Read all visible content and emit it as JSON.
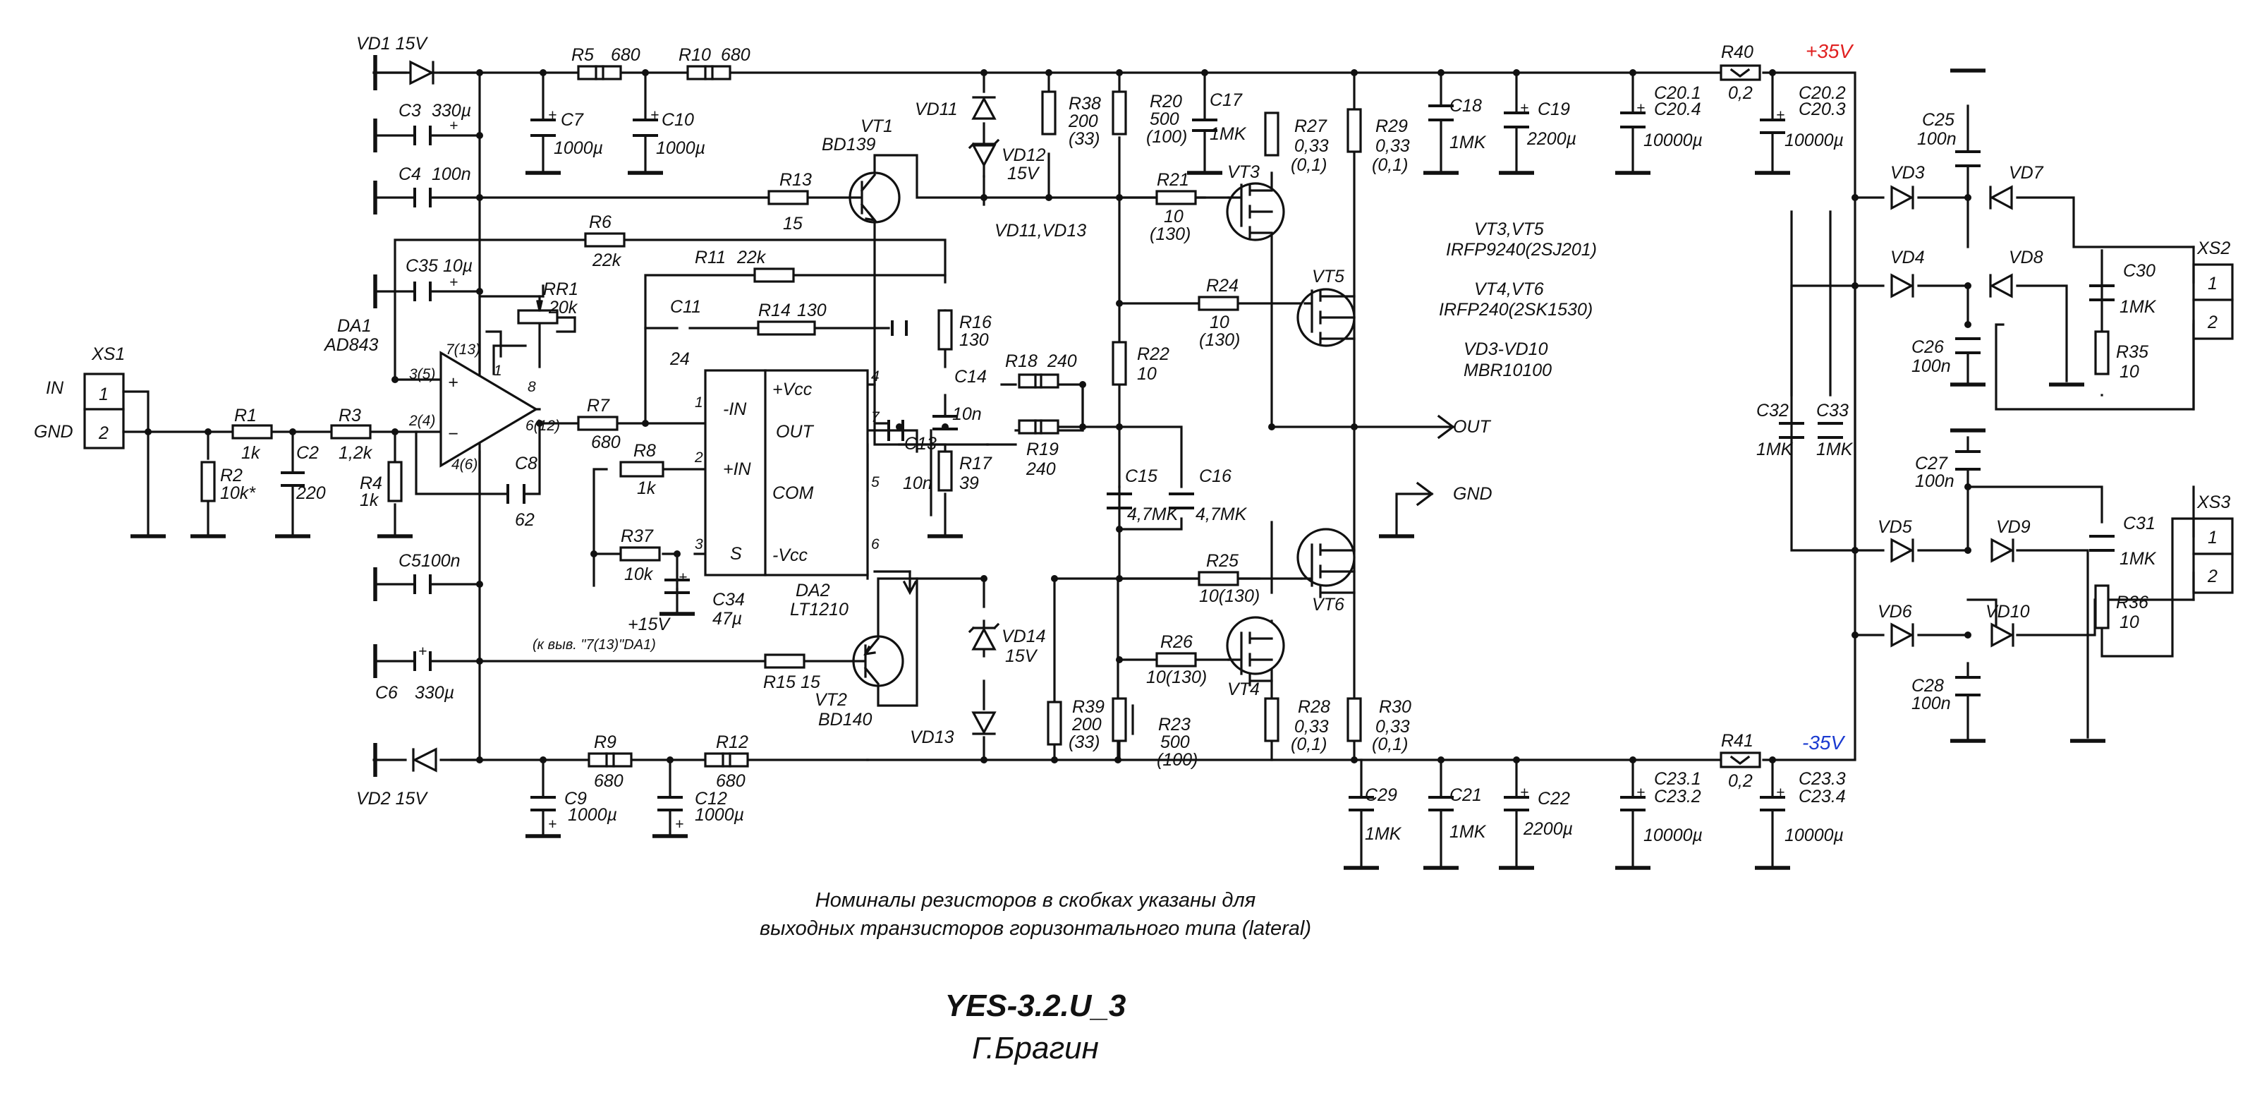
{
  "title": "YES-3.2.U_3",
  "author": "Г.Брагин",
  "note": [
    "Номиналы резисторов в скобках указаны для",
    "выходных транзисторов горизонтального типа (lateral)"
  ],
  "rails": {
    "pos": "+35V",
    "neg": "-35V",
    "pos_color": "#e02020",
    "neg_color": "#1a3ad0"
  },
  "connectors": {
    "xs1": {
      "name": "XS1",
      "pin1": "1",
      "pin2": "2",
      "in_label": "IN",
      "gnd_label": "GND"
    },
    "xs2": {
      "name": "XS2",
      "pin1": "1",
      "pin2": "2"
    },
    "xs3": {
      "name": "XS3",
      "pin1": "1",
      "pin2": "2"
    }
  },
  "terminals": {
    "out": "OUT",
    "gnd": "GND"
  },
  "opamp": {
    "name": "DA1",
    "type": "AD843",
    "pin_plus": "3(5)",
    "pin_minus": "2(4)",
    "pin_7": "7(13)",
    "pin_4": "4(6)",
    "pin_1": "1",
    "pin_8": "8",
    "pin_out": "6(12)",
    "plus": "+",
    "minus": "−"
  },
  "buffer": {
    "name": "DA2",
    "type": "LT1210",
    "pin_ninv": "-IN",
    "pin_inv": "+IN",
    "pin_s": "S",
    "pin_vcc": "+Vcc",
    "pin_out": "OUT",
    "pin_com": "COM",
    "pin_vee": "-Vcc",
    "n1": "1",
    "n2": "2",
    "n3": "3",
    "n4": "4",
    "n5": "5",
    "n6": "6",
    "n7": "7"
  },
  "transistors": {
    "vt1": {
      "name": "VT1",
      "type": "BD139"
    },
    "vt2": {
      "name": "VT2",
      "type": "BD140"
    },
    "vt3": "VT3",
    "vt4": "VT4",
    "vt5": "VT5",
    "vt6": "VT6",
    "legend": [
      "VT3,VT5",
      "IRFP9240(2SJ201)",
      "VT4,VT6",
      "IRFP240(2SK1530)",
      "VD3-VD10",
      "MBR10100"
    ]
  },
  "diodes": {
    "vd1": "VD1 15V",
    "vd2": "VD2 15V",
    "vd11": "VD11",
    "vd12": "VD12",
    "vd12v": "15V",
    "vd13": "VD13",
    "vd14": "VD14",
    "vd14v": "15V",
    "pair": "VD11,VD13",
    "vd3": "VD3",
    "vd4": "VD4",
    "vd5": "VD5",
    "vd6": "VD6",
    "vd7": "VD7",
    "vd8": "VD8",
    "vd9": "VD9",
    "vd10": "VD10"
  },
  "resistors": {
    "r1": [
      "R1",
      "1k"
    ],
    "r2": [
      "R2",
      "10k*"
    ],
    "r3": [
      "R3",
      "1,2k"
    ],
    "r4": [
      "R4",
      "1k"
    ],
    "r5": [
      "R5",
      "680"
    ],
    "r6": [
      "R6",
      "22k"
    ],
    "r7": [
      "R7",
      "680"
    ],
    "r8": [
      "R8",
      "1k"
    ],
    "r9": [
      "R9",
      "680"
    ],
    "r10": [
      "R10",
      "680"
    ],
    "r11": [
      "R11",
      "22k"
    ],
    "r12": [
      "R12",
      "680"
    ],
    "r13": [
      "R13",
      "15"
    ],
    "r14": [
      "R14",
      "130"
    ],
    "r15": [
      "R15",
      "15"
    ],
    "r16": [
      "R16",
      "130"
    ],
    "r17": [
      "R17",
      "39"
    ],
    "r18": [
      "R18",
      "240"
    ],
    "r19": [
      "R19",
      "240"
    ],
    "r20": [
      "R20",
      "500",
      "(100)"
    ],
    "r21": [
      "R21",
      "10",
      "(130)"
    ],
    "r22": [
      "R22",
      "10"
    ],
    "r23": [
      "R23",
      "500",
      "(100)"
    ],
    "r24": [
      "R24",
      "10",
      "(130)"
    ],
    "r25": [
      "R25",
      "10(130)"
    ],
    "r26": [
      "R26",
      "10(130)"
    ],
    "r27": [
      "R27",
      "0,33",
      "(0,1)"
    ],
    "r28": [
      "R28",
      "0,33",
      "(0,1)"
    ],
    "r29": [
      "R29",
      "0,33",
      "(0,1)"
    ],
    "r30": [
      "R30",
      "0,33",
      "(0,1)"
    ],
    "r35": [
      "R35",
      "10"
    ],
    "r36": [
      "R36",
      "10"
    ],
    "r37": [
      "R37",
      "10k"
    ],
    "r38": [
      "R38",
      "200",
      "(33)"
    ],
    "r39": [
      "R39",
      "200",
      "(33)"
    ],
    "r40": [
      "R40",
      "0,2"
    ],
    "r41": [
      "R41",
      "0,2"
    ],
    "rr1": [
      "RR1",
      "20k"
    ]
  },
  "capacitors": {
    "c2": [
      "C2",
      "220"
    ],
    "c3": [
      "C3",
      "330µ"
    ],
    "c4": [
      "C4",
      "100n"
    ],
    "c5": [
      "C5100n"
    ],
    "c6": [
      "C6",
      "330µ"
    ],
    "c7": [
      "C7",
      "1000µ"
    ],
    "c8": [
      "C8",
      "62"
    ],
    "c9": [
      "C9",
      "1000µ"
    ],
    "c10": [
      "C10",
      "1000µ"
    ],
    "c11": [
      "C11",
      "24"
    ],
    "c12": [
      "C12",
      "1000µ"
    ],
    "c13": [
      "C13",
      "10n"
    ],
    "c14": [
      "C14",
      "10n"
    ],
    "c15": [
      "C15",
      "4,7MK"
    ],
    "c16": [
      "C16",
      "4,7MK"
    ],
    "c17": [
      "C17",
      "1MK"
    ],
    "c18": [
      "C18",
      "1MK"
    ],
    "c19": [
      "C19",
      "2200µ"
    ],
    "c20a": [
      "C20.1",
      "C20.4",
      "10000µ"
    ],
    "c20b": [
      "C20.2",
      "C20.3",
      "10000µ"
    ],
    "c21": [
      "C21",
      "1MK"
    ],
    "c22": [
      "C22",
      "2200µ"
    ],
    "c23a": [
      "C23.1",
      "C23.2",
      "10000µ"
    ],
    "c23b": [
      "C23.3",
      "C23.4",
      "10000µ"
    ],
    "c25": [
      "C25",
      "100n"
    ],
    "c26": [
      "C26",
      "100n"
    ],
    "c27": [
      "C27",
      "100n"
    ],
    "c28": [
      "C28",
      "100n"
    ],
    "c29": [
      "C29",
      "1MK"
    ],
    "c30": [
      "C30",
      "1MK"
    ],
    "c31": [
      "C31",
      "1MK"
    ],
    "c32": [
      "C32",
      "1MK"
    ],
    "c33": [
      "C33",
      "1MK"
    ],
    "c34": [
      "C34",
      "47µ"
    ],
    "c35": [
      "C35",
      "10µ"
    ]
  },
  "misc": {
    "plus15": "+15V",
    "pin_ref": "(к выв. \"7(13)\"DA1)",
    "plus": "+",
    "v": "V"
  }
}
